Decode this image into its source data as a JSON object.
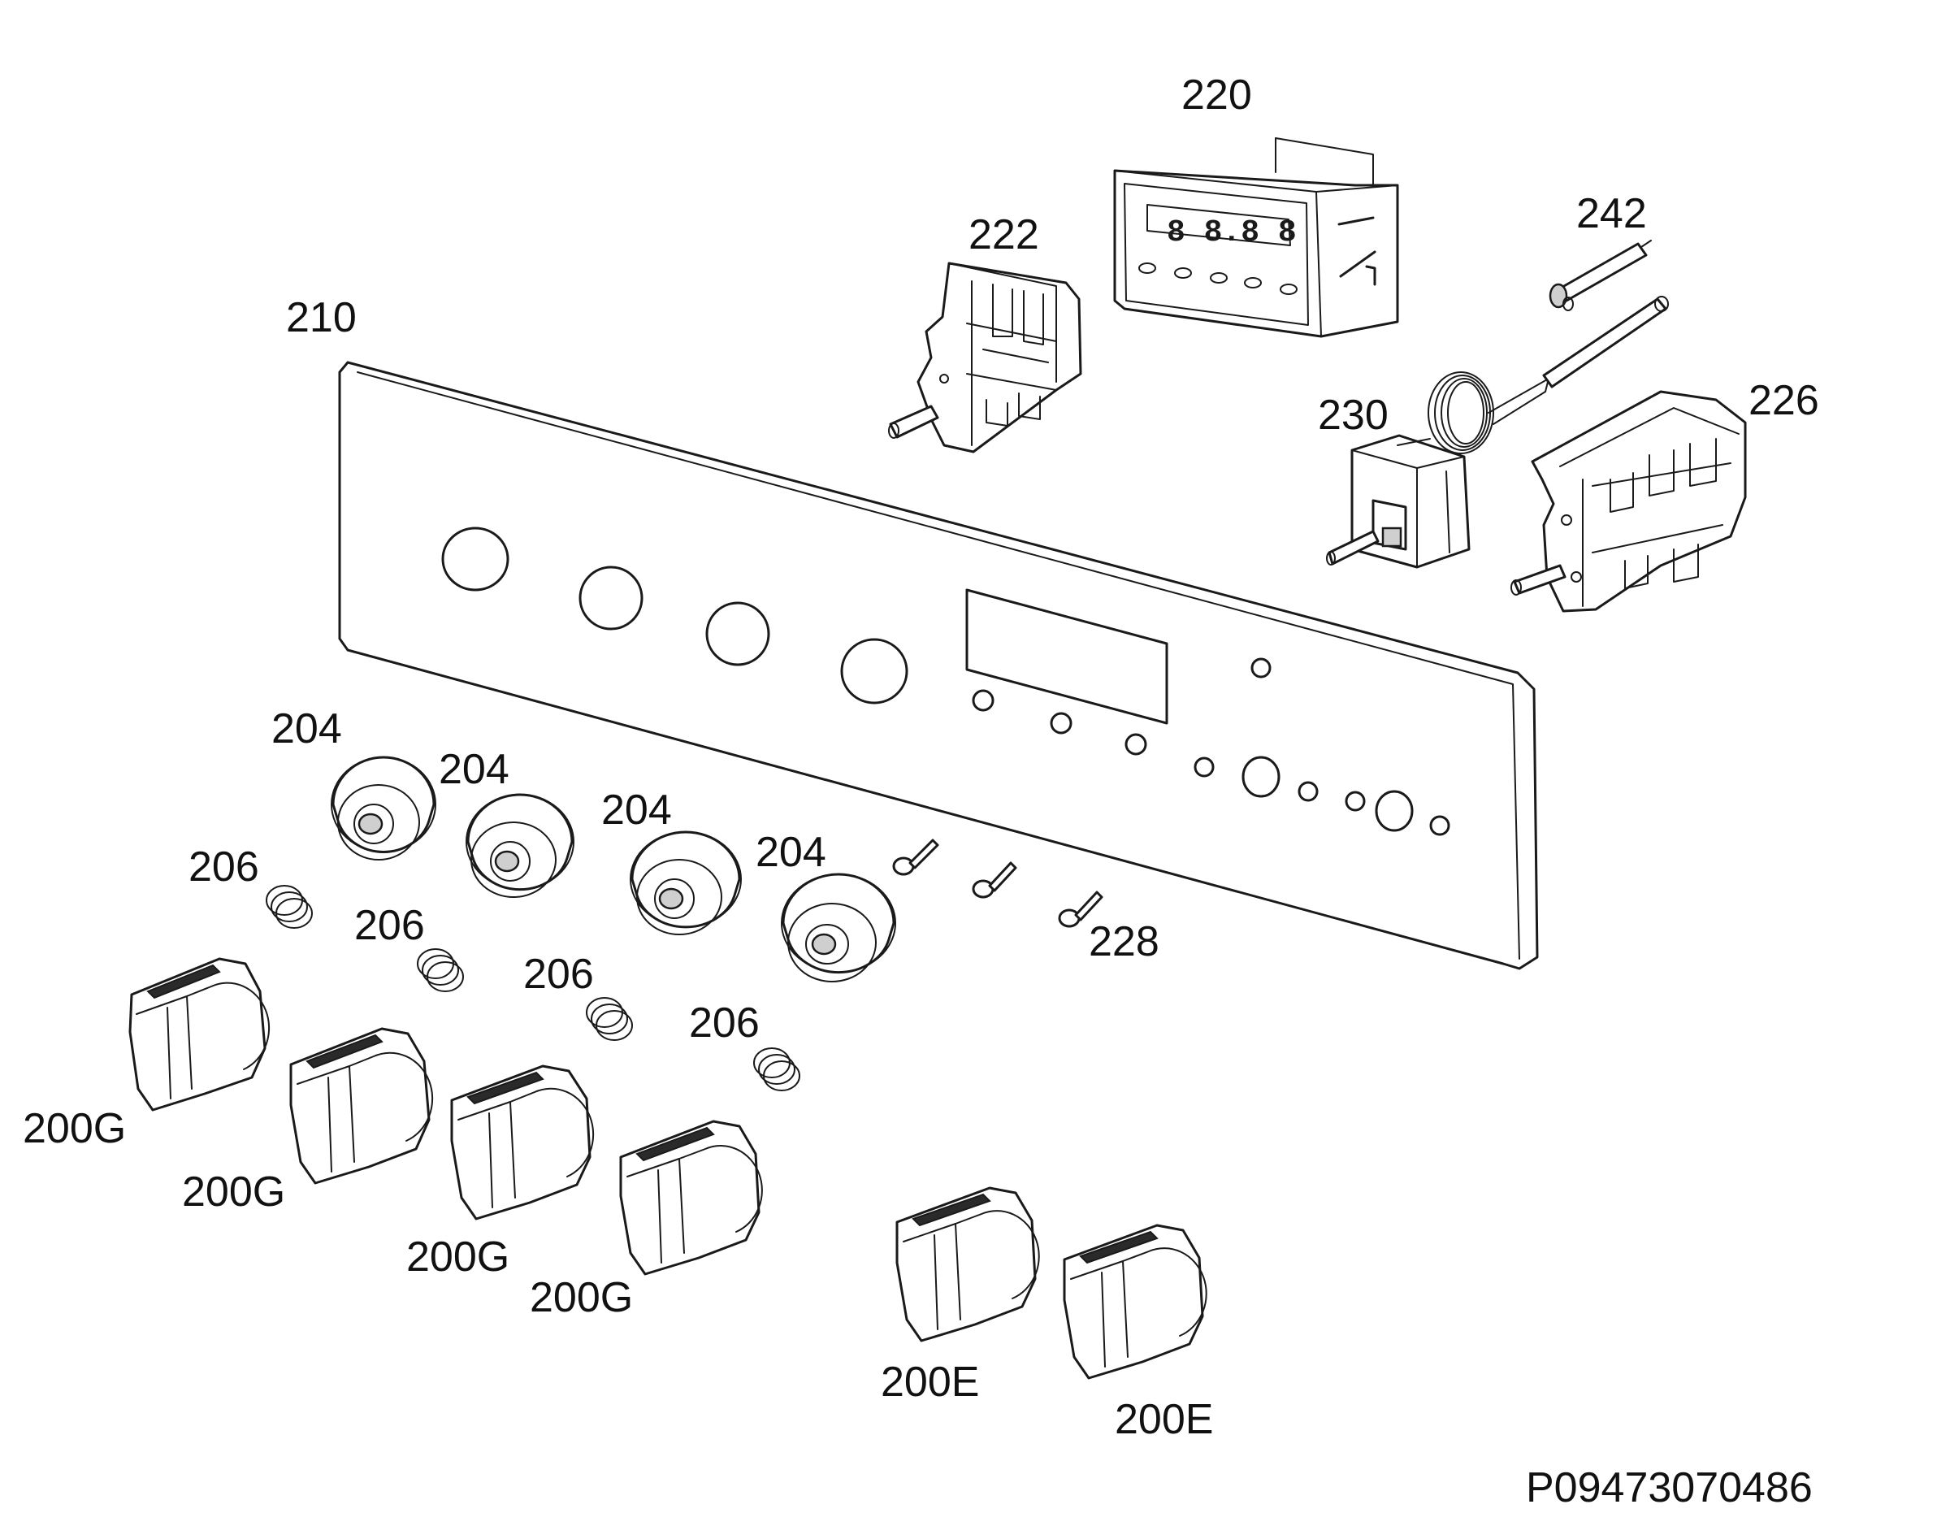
{
  "labels": {
    "l200": "200G",
    "l200e": "200E",
    "l204": "204",
    "l206": "206",
    "l210": "210",
    "l220": "220",
    "l222": "222",
    "l226": "226",
    "l228": "228",
    "l230": "230",
    "l242": "242"
  },
  "clock_display": "8 8.8 8",
  "reference_code": "P09473070486",
  "colors": {
    "line": "#1a1a1a",
    "background": "#ffffff"
  }
}
